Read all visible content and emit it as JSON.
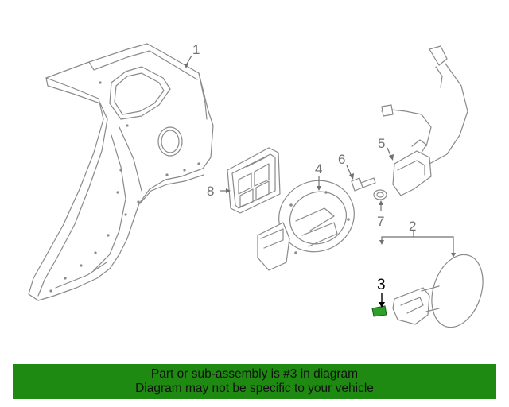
{
  "callouts": [
    {
      "id": "1",
      "label": "1"
    },
    {
      "id": "2",
      "label": "2"
    },
    {
      "id": "3",
      "label": "3",
      "highlighted": true
    },
    {
      "id": "4",
      "label": "4"
    },
    {
      "id": "5",
      "label": "5"
    },
    {
      "id": "6",
      "label": "6"
    },
    {
      "id": "7",
      "label": "7"
    },
    {
      "id": "8",
      "label": "8"
    }
  ],
  "highlight_color": "#2ea02a",
  "banner": {
    "line1": "Part or sub-assembly is #3 in diagram",
    "line2": "Diagram may not be specific to your vehicle",
    "background": "#1e8a11"
  }
}
